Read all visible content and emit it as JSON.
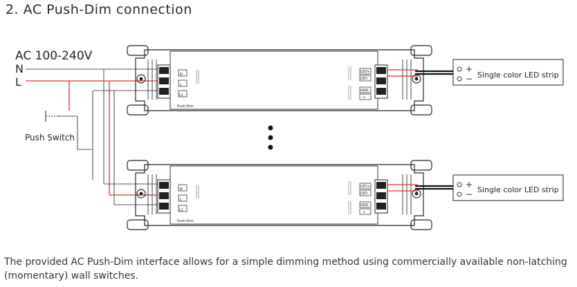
{
  "heading": "2. AC Push-Dim connection",
  "power_label": "AC 100-240V",
  "neutral_label": "N",
  "line_label": "L",
  "switch_label": "Push Switch",
  "terminal_input": {
    "n": "N",
    "l": "L",
    "l1": "L1"
  },
  "terminal_output": {
    "plus": "LED+",
    "minus": "LED-",
    "gnd": "GND",
    "sig": "+"
  },
  "module_text": "Push-Dim",
  "led_strip_label": "Single color LED strip",
  "plus_sign": "+",
  "minus_sign": "−",
  "caption": "The provided AC Push-Dim interface allows for a simple dimming method using commercially available non-latching (momentary) wall switches.",
  "colors": {
    "line_wire": "#e0302f",
    "wire": "#555555",
    "device_outline": "#222222",
    "led_cable": "#111111"
  }
}
